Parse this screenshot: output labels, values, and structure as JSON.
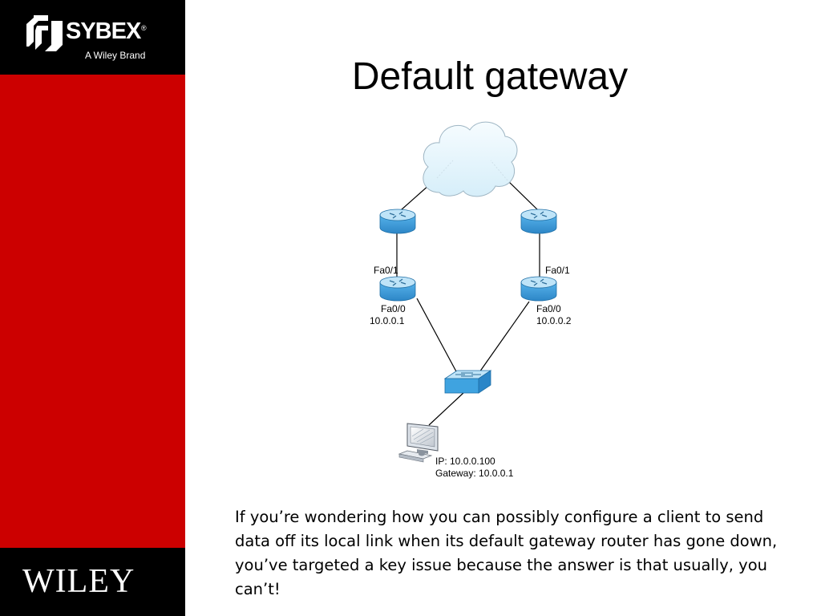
{
  "branding": {
    "sybex": "SYBEX",
    "registered": "®",
    "tagline": "A Wiley Brand",
    "wiley": "WILEY"
  },
  "slide": {
    "title": "Default gateway",
    "body": "If you’re wondering how you can possibly configure a client to send data off its local link when its default gateway router has gone down, you’ve targeted a key issue because the answer is that usually, you can’t!"
  },
  "diagram": {
    "left_router": {
      "upper_interface": "Fa0/1",
      "lower_interface": "Fa0/0",
      "ip": "10.0.0.1"
    },
    "right_router": {
      "upper_interface": "Fa0/1",
      "lower_interface": "Fa0/0",
      "ip": "10.0.0.2"
    },
    "host": {
      "ip_label": "IP: 10.0.0.100",
      "gateway_label": "Gateway: 10.0.0.1"
    },
    "colors": {
      "router": "#4aa6e0",
      "router_top": "#b9e0f6",
      "cloud": "#e8f6fc",
      "switch": "#3fa3e0"
    }
  }
}
